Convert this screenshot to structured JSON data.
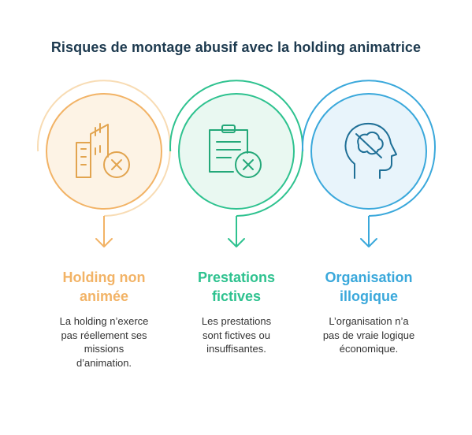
{
  "title": "Risques de montage abusif avec la holding animatrice",
  "colors": {
    "orange": "#f2b366",
    "green": "#2ec28f",
    "blue": "#3aa8db",
    "title": "#1d3a4f",
    "text": "#333333"
  },
  "items": [
    {
      "heading_line1": "Holding non",
      "heading_line2": "animée",
      "desc_line1": "La holding n’exerce",
      "desc_line2": "pas réellement ses",
      "desc_line3": "missions",
      "desc_line4": "d’animation.",
      "icon": "buildings-cross-icon"
    },
    {
      "heading_line1": "Prestations",
      "heading_line2": "fictives",
      "desc_line1": "Les prestations",
      "desc_line2": "sont fictives ou",
      "desc_line3": "insuffisantes.",
      "icon": "clipboard-cross-icon"
    },
    {
      "heading_line1": "Organisation",
      "heading_line2": "illogique",
      "desc_line1": "L’organisation n’a",
      "desc_line2": "pas de vraie logique",
      "desc_line3": "économique.",
      "icon": "head-crossed-brain-icon"
    }
  ]
}
